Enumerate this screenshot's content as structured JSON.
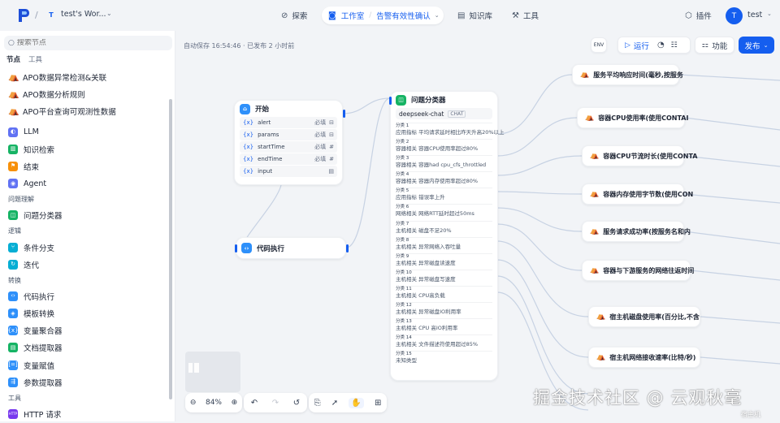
{
  "topbar": {
    "workspace_initial": "T",
    "workspace_name": "test's Wor...",
    "nav_explore": "探索",
    "nav_studio": "工作室",
    "app_name": "告警有效性确认",
    "nav_knowledge": "知识库",
    "nav_tools": "工具",
    "plugins": "插件",
    "user_initial": "T",
    "user_name": "test"
  },
  "panel": {
    "search_placeholder": "搜索节点",
    "tab_nodes": "节点",
    "tab_tools": "工具",
    "pinned": [
      {
        "label": "APO数据异常检测&关联"
      },
      {
        "label": "APO数据分析规则"
      },
      {
        "label": "APO平台查询可观测性数据"
      }
    ],
    "nodes": {
      "llm": "LLM",
      "knowledge": "知识检索",
      "end": "结束",
      "agent": "Agent",
      "sec_understand": "问题理解",
      "classifier": "问题分类器",
      "sec_logic": "逻辑",
      "ifelse": "条件分支",
      "iteration": "迭代",
      "sec_transform": "转换",
      "code": "代码执行",
      "template": "模板转换",
      "aggregator": "变量聚合器",
      "doc_extractor": "文档提取器",
      "assigner": "变量赋值",
      "param_extractor": "参数提取器",
      "sec_tools": "工具",
      "http": "HTTP 请求"
    }
  },
  "toolbar": {
    "autosave": "自动保存 16:54:46 · 已发布 2 小时前",
    "run": "运行",
    "features": "功能",
    "publish": "发布"
  },
  "start_node": {
    "title": "开始",
    "vars": [
      {
        "name": "alert",
        "req": "必填",
        "type": "⊟"
      },
      {
        "name": "params",
        "req": "必填",
        "type": "⊟"
      },
      {
        "name": "startTime",
        "req": "必填",
        "type": "#"
      },
      {
        "name": "endTime",
        "req": "必填",
        "type": "#"
      },
      {
        "name": "input",
        "req": "",
        "type": "▤"
      }
    ]
  },
  "code_node": {
    "title": "代码执行"
  },
  "classifier_node": {
    "title": "问题分类器",
    "model": "deepseek-chat",
    "model_tag": "CHAT",
    "classes": [
      {
        "label": "分类 1",
        "text": "应用指标 平均请求延时相比昨天升高20%以上"
      },
      {
        "label": "分类 2",
        "text": "容器相关 容器CPU使用率超过80%"
      },
      {
        "label": "分类 3",
        "text": "容器相关 容器had cpu_cfs_throttled"
      },
      {
        "label": "分类 4",
        "text": "容器相关 容器内存使用率超过80%"
      },
      {
        "label": "分类 5",
        "text": "应用指标 错误率上升"
      },
      {
        "label": "分类 6",
        "text": "网络相关 网络RTT延时超过50ms"
      },
      {
        "label": "分类 7",
        "text": "主机相关 磁盘不足20%"
      },
      {
        "label": "分类 8",
        "text": "主机相关 异常网络入吞吐量"
      },
      {
        "label": "分类 9",
        "text": "主机相关 异常磁盘读速度"
      },
      {
        "label": "分类 10",
        "text": "主机相关 异常磁盘写速度"
      },
      {
        "label": "分类 11",
        "text": "主机相关 CPU高负载"
      },
      {
        "label": "分类 12",
        "text": "主机相关 异常磁盘IO利用率"
      },
      {
        "label": "分类 13",
        "text": "主机相关 CPU 高IO利用率"
      },
      {
        "label": "分类 14",
        "text": "主机相关 文件描述符使用超过85%"
      },
      {
        "label": "分类 15",
        "text": "未知类型"
      }
    ]
  },
  "output_nodes": [
    {
      "label": "服务平均响应时间(毫秒,按服务"
    },
    {
      "label": "容器CPU使用率(使用CONTAI"
    },
    {
      "label": "容器CPU节流时长(使用CONTA"
    },
    {
      "label": "容器内存使用字节数(使用CON"
    },
    {
      "label": "服务请求成功率(按服务名和内"
    },
    {
      "label": "容器与下游服务的网络往返时间"
    },
    {
      "label": "宿主机磁盘使用率(百分比,不含"
    },
    {
      "label": "宿主机网络接收速率(比特/秒)"
    }
  ],
  "zoom": {
    "level": "84%"
  },
  "watermark": {
    "text": "掘金技术社区 @ 云观秋毫",
    "sub": "宿主机"
  },
  "colors": {
    "accent": "#155eef",
    "canvas_bg": "#f2f4f7"
  }
}
